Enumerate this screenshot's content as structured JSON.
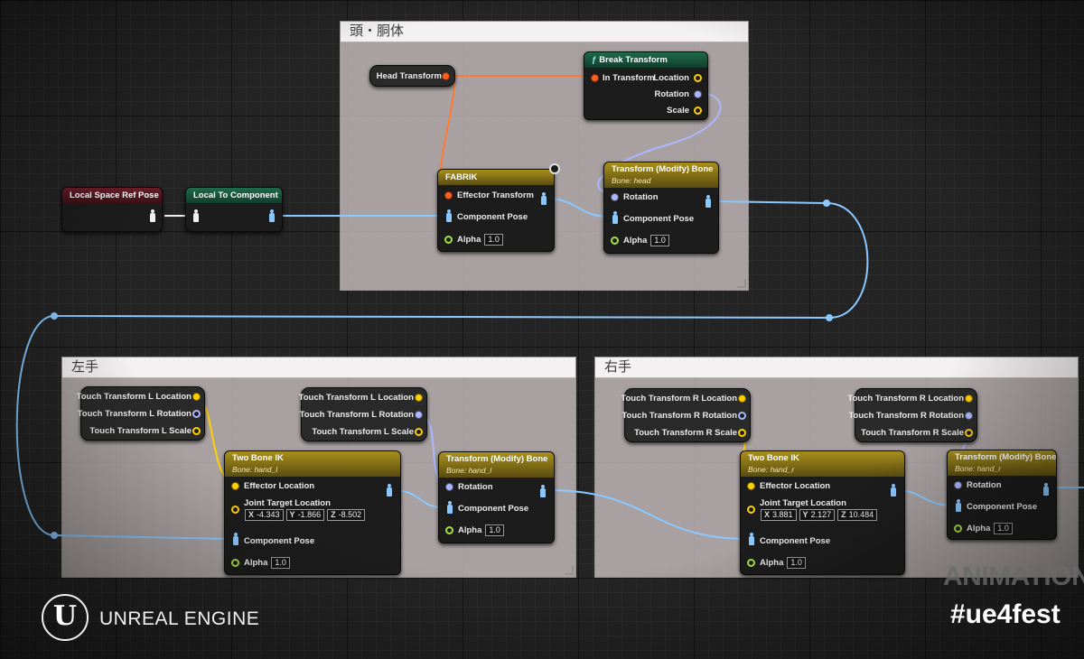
{
  "comments": {
    "head_body": "頭・胴体",
    "left_hand": "左手",
    "right_hand": "右手"
  },
  "nodes": {
    "local_space_ref_pose": "Local Space Ref Pose",
    "local_to_component": "Local To Component",
    "head_transform": "Head Transform",
    "break_transform": {
      "title": "Break Transform",
      "in": "In Transform",
      "location": "Location",
      "rotation": "Rotation",
      "scale": "Scale"
    },
    "fabrik": {
      "title": "FABRIK",
      "effector": "Effector Transform",
      "pose": "Component Pose",
      "alpha": "Alpha",
      "alpha_value": "1.0"
    },
    "modify_head": {
      "title": "Transform (Modify) Bone",
      "subtitle": "Bone: head",
      "rotation": "Rotation",
      "pose": "Component Pose",
      "alpha": "Alpha",
      "alpha_value": "1.0"
    },
    "touch_l_a": {
      "location": "Touch Transform L Location",
      "rotation": "Touch Transform L Rotation",
      "scale": "Touch Transform L Scale"
    },
    "touch_l_b": {
      "location": "Touch Transform L Location",
      "rotation": "Touch Transform L Rotation",
      "scale": "Touch Transform L Scale"
    },
    "two_bone_l": {
      "title": "Two Bone IK",
      "subtitle": "Bone: hand_l",
      "effector": "Effector Location",
      "joint": "Joint Target Location",
      "x": "-4.343",
      "y": "-1.866",
      "z": "-8.502",
      "pose": "Component Pose",
      "alpha": "Alpha",
      "alpha_value": "1.0"
    },
    "modify_l": {
      "title": "Transform (Modify) Bone",
      "subtitle": "Bone: hand_l",
      "rotation": "Rotation",
      "pose": "Component Pose",
      "alpha": "Alpha",
      "alpha_value": "1.0"
    },
    "touch_r_a": {
      "location": "Touch Transform R Location",
      "rotation": "Touch Transform R Rotation",
      "scale": "Touch Transform R Scale"
    },
    "touch_r_b": {
      "location": "Touch Transform R Location",
      "rotation": "Touch Transform R Rotation",
      "scale": "Touch Transform R Scale"
    },
    "two_bone_r": {
      "title": "Two Bone IK",
      "subtitle": "Bone: hand_r",
      "effector": "Effector Location",
      "joint": "Joint Target Location",
      "x": "3.881",
      "y": "2.127",
      "z": "10.484",
      "pose": "Component Pose",
      "alpha": "Alpha",
      "alpha_value": "1.0"
    },
    "modify_r": {
      "title": "Transform (Modify) Bone",
      "subtitle": "Bone: hand_r",
      "rotation": "Rotation",
      "pose": "Component Pose",
      "alpha": "Alpha",
      "alpha_value": "1.0"
    }
  },
  "axis_labels": {
    "x": "X",
    "y": "Y",
    "z": "Z"
  },
  "branding": {
    "logo_letter": "U",
    "engine": "UNREAL ENGINE",
    "event": "ANIMATION",
    "hashtag": "#ue4fest"
  },
  "colors": {
    "pose_wire": "#8ac8ff",
    "transform_wire": "#ff7a30",
    "vector_wire": "#ffd000",
    "rotator_wire": "#aab8ff"
  }
}
